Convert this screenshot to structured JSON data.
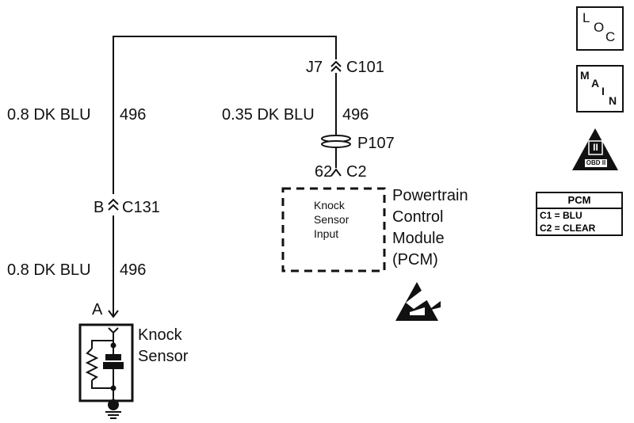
{
  "wires": {
    "left_upper": {
      "gauge_color": "0.8 DK BLU",
      "circuit": "496"
    },
    "left_lower": {
      "gauge_color": "0.8 DK BLU",
      "circuit": "496"
    },
    "right": {
      "gauge_color": "0.35 DK BLU",
      "circuit": "496"
    }
  },
  "connectors": {
    "c101": {
      "pin": "J7",
      "name": "C101"
    },
    "p107": {
      "name": "P107"
    },
    "c2": {
      "pin": "62",
      "name": "C2"
    },
    "c131": {
      "pin": "B",
      "name": "C131"
    },
    "sensor": {
      "pin": "A"
    }
  },
  "pcm": {
    "title_lines": [
      "Powertrain",
      "Control",
      "Module",
      "(PCM)"
    ],
    "input_lines": [
      "Knock",
      "Sensor",
      "Input"
    ]
  },
  "knock_sensor": {
    "label_lines": [
      "Knock",
      "Sensor"
    ]
  },
  "nav": {
    "loc_letters": [
      "L",
      "O",
      "C"
    ],
    "main_letters": [
      "M",
      "A",
      "I",
      "N"
    ],
    "obd_top": "II",
    "obd_bottom": "OBD II"
  },
  "pcm_table": {
    "header": "PCM",
    "rows": [
      "C1 = BLU",
      "C2 = CLEAR"
    ]
  }
}
